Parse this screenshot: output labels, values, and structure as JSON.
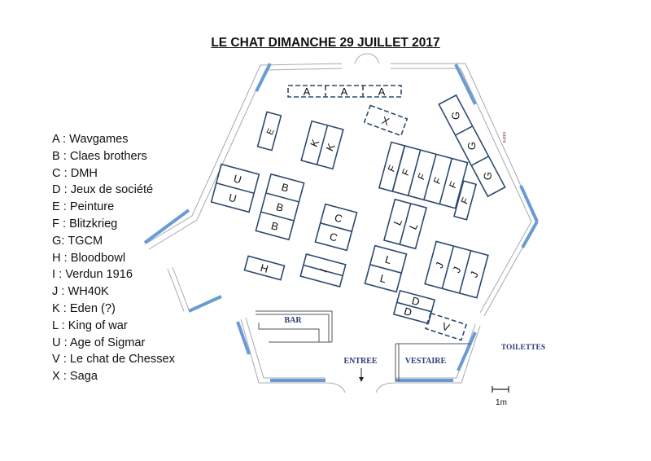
{
  "title": "LE CHAT DIMANCHE 29 JUILLET 2017",
  "legend": [
    {
      "code": "A",
      "label": "Wavgames"
    },
    {
      "code": "B",
      "label": "Claes brothers"
    },
    {
      "code": "C",
      "label": "DMH"
    },
    {
      "code": "D",
      "label": "Jeux de société"
    },
    {
      "code": "E",
      "label": "Peinture"
    },
    {
      "code": "F",
      "label": "Blitzkrieg"
    },
    {
      "code": "G",
      "label": "TGCM"
    },
    {
      "code": "H",
      "label": "Bloodbowl"
    },
    {
      "code": "I",
      "label": "Verdun 1916"
    },
    {
      "code": "J",
      "label": "WH40K"
    },
    {
      "code": "K",
      "label": "Eden (?)"
    },
    {
      "code": "L",
      "label": "King of war"
    },
    {
      "code": "U",
      "label": "Age of Sigmar"
    },
    {
      "code": "V",
      "label": "Le chat de Chessex"
    },
    {
      "code": "X",
      "label": "Saga"
    }
  ],
  "rooms": {
    "bar": "BAR",
    "entrance": "ENTREE",
    "cloakroom": "VESTAIRE",
    "toilets": "TOILETTES",
    "side_label": "ouve"
  },
  "scale_label": "1m",
  "colors": {
    "table_stroke": "#2d4a6e",
    "wall_blue": "#6a9bd3",
    "wall_line": "#9ea4ad",
    "room_text": "#2b3a7a",
    "accent_red": "#8b1e1e"
  }
}
